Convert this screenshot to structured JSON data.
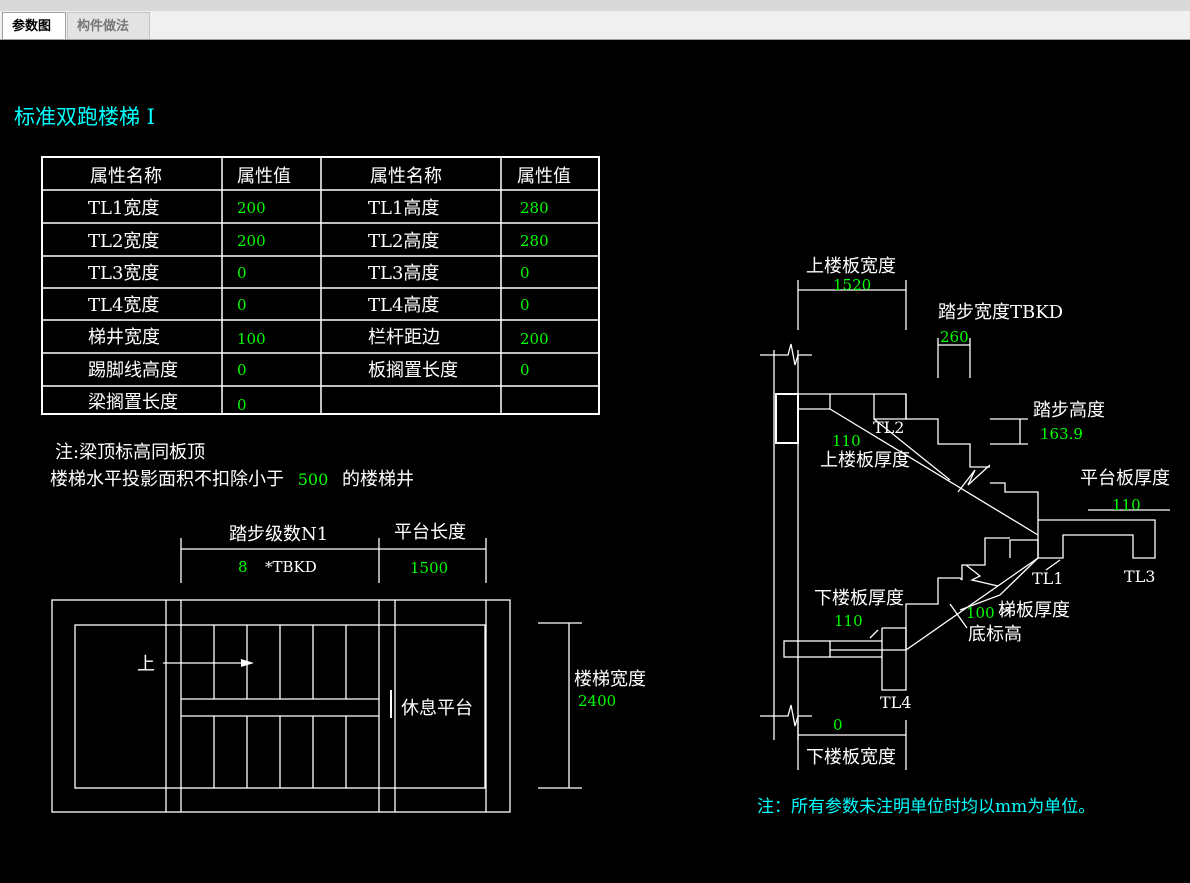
{
  "tabs": [
    {
      "label": "参数图",
      "active": true
    },
    {
      "label": "构件做法",
      "active": false
    }
  ],
  "title": "标准双跑楼梯 I",
  "table": {
    "headers": [
      "属性名称",
      "属性值",
      "属性名称",
      "属性值"
    ],
    "rows": [
      [
        "TL1宽度",
        "200",
        "TL1高度",
        "280"
      ],
      [
        "TL2宽度",
        "200",
        "TL2高度",
        "280"
      ],
      [
        "TL3宽度",
        "0",
        "TL3高度",
        "0"
      ],
      [
        "TL4宽度",
        "0",
        "TL4高度",
        "0"
      ],
      [
        "梯井宽度",
        "100",
        "栏杆距边",
        "200"
      ],
      [
        "踢脚线高度",
        "0",
        "板搁置长度",
        "0"
      ],
      [
        "梁搁置长度",
        "0",
        "",
        ""
      ]
    ]
  },
  "notes": {
    "line1": "注:梁顶标高同板顶",
    "line2_prefix": "楼梯水平投影面积不扣除小于",
    "line2_value": "500",
    "line2_suffix": "的楼梯井"
  },
  "plan": {
    "steps_label": "踏步级数N1",
    "steps_value": "8",
    "steps_unit": "*TBKD",
    "platform_len_label": "平台长度",
    "platform_len_value": "1500",
    "up_label": "上",
    "rest_platform_label": "休息平台",
    "stair_width_label": "楼梯宽度",
    "stair_width_value": "2400"
  },
  "section": {
    "upper_slab_width_label": "上楼板宽度",
    "upper_slab_width_value": "1520",
    "tread_width_label": "踏步宽度TBKD",
    "tread_width_value": "260",
    "step_height_label": "踏步高度",
    "step_height_value": "163.9",
    "platform_thick_label": "平台板厚度",
    "platform_thick_value": "110",
    "upper_slab_thick_label": "上楼板厚度",
    "upper_slab_thick_value": "110",
    "lower_slab_thick_label": "下楼板厚度",
    "lower_slab_thick_value": "110",
    "stair_slab_thick_label": "梯板厚度",
    "stair_slab_thick_value": "100",
    "bottom_elev_label": "底标高",
    "lower_slab_width_label": "下楼板宽度",
    "lower_slab_width_value": "0",
    "tl1": "TL1",
    "tl2": "TL2",
    "tl3": "TL3",
    "tl4": "TL4"
  },
  "footnote": "注：所有参数未注明单位时均以mm为单位。",
  "colors": {
    "background": "#000000",
    "lines": "#ffffff",
    "values": "#00ff00",
    "title": "#00ffff"
  }
}
